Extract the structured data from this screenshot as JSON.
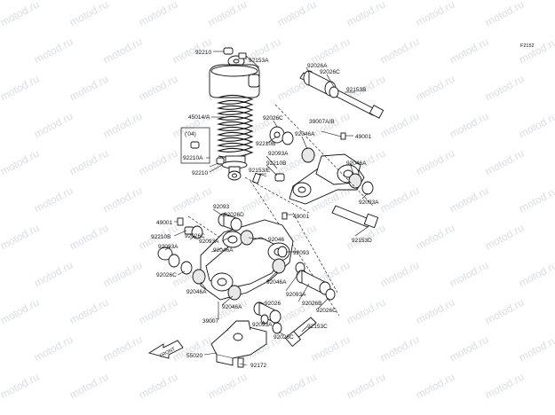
{
  "diagram_code": "F2152",
  "watermark_text": "motod.ru",
  "front_arrow_label": "FRONT",
  "labels": {
    "l_92210_top": "92210",
    "l_92153A_top": "92153A",
    "l_45014": "45014/A",
    "l_c04": "('04)",
    "l_92210A": "92210A",
    "l_92210_mid": "92210",
    "l_92153E": "92153/E",
    "l_92026A": "92026A",
    "l_92026C_top": "92026C",
    "l_92153B": "92153B",
    "l_92026C_r": "92026C",
    "l_39007AB": "39007A/B",
    "l_49001_r": "49001",
    "l_92046A_r1": "92046A",
    "l_92210B_r1": "92210B",
    "l_92093A_r1": "92093A",
    "l_92210B_r2": "92210B",
    "l_92046A_r2": "92046A",
    "l_92093A_r2": "92093A",
    "l_92153D": "92153D",
    "l_92093_l": "92093",
    "l_92026D": "92026D",
    "l_49001_l": "49001",
    "l_49001_m": "49001",
    "l_92210B_l": "92210B",
    "l_92026C_l1": "92026C",
    "l_92093A_l1": "92093A",
    "l_92046A_l1": "92046A",
    "l_92046_m": "92046",
    "l_92093A_l2": "92093A",
    "l_92093_r": "92093",
    "l_92026C_l2": "92026C",
    "l_92046A_m2": "92046A",
    "l_92046A_l3": "92046A",
    "l_92093A_m3": "92093A",
    "l_92026B": "92026B",
    "l_92026C_b1": "92026C",
    "l_92046A_b": "92046A",
    "l_92026_b": "92026",
    "l_39007": "39007",
    "l_92093A_b": "92093A",
    "l_92153C": "92153C",
    "l_92026C_b2": "92026C",
    "l_55020": "55020",
    "l_92172": "92172"
  }
}
